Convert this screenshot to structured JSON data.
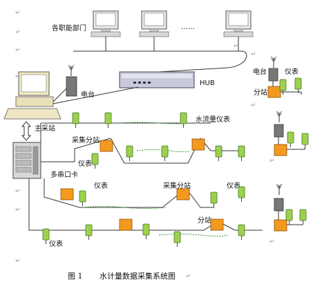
{
  "labels": {
    "departments": "各职能部门",
    "computer_dots": "……",
    "hub": "HUB",
    "radio_station": "电台",
    "main_station": "主采站",
    "water_meter": "水流量仪表",
    "collection_substation": "采集分站",
    "meter": "仪表",
    "multi_serial_card": "多串口卡",
    "substation": "分站"
  },
  "caption": {
    "figure_no": "图 1",
    "title": "水计量数据采集系统图"
  },
  "paragraph_mark": "↵",
  "colors": {
    "meter": "#9fcf4f",
    "substation": "#f39a1e",
    "radio": "#777777",
    "signal_line": "#3a8f3a",
    "hub": "#c9c9dd"
  },
  "icons": [
    "computer-icon",
    "hub-icon",
    "radio-antenna-icon",
    "server-rack-icon",
    "meter-icon",
    "substation-icon"
  ]
}
